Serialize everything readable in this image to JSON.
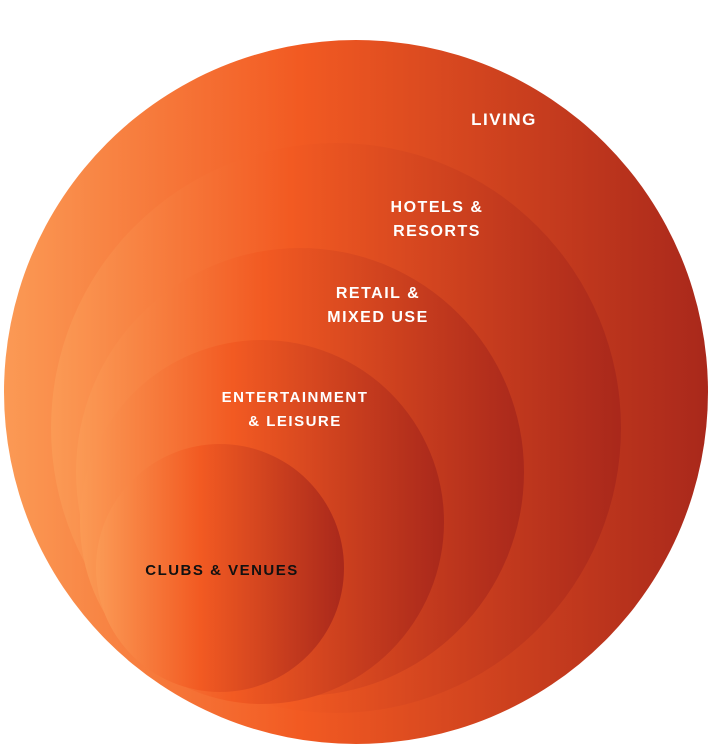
{
  "colors": {
    "gradient_light": "#fb9a55",
    "gradient_mid": "#f25a22",
    "gradient_dark": "#a9281b",
    "label_light": "#ffffff",
    "label_dark": "#111111"
  },
  "rings": [
    {
      "id": "living",
      "lines": [
        "LIVING"
      ]
    },
    {
      "id": "hotels-resorts",
      "lines": [
        "HOTELS &",
        "RESORTS"
      ]
    },
    {
      "id": "retail-mixed-use",
      "lines": [
        "RETAIL &",
        "MIXED USE"
      ]
    },
    {
      "id": "entertainment-leisure",
      "lines": [
        "ENTERTAINMENT",
        "& LEISURE"
      ]
    },
    {
      "id": "clubs-venues",
      "lines": [
        "CLUBS & VENUES"
      ]
    }
  ]
}
